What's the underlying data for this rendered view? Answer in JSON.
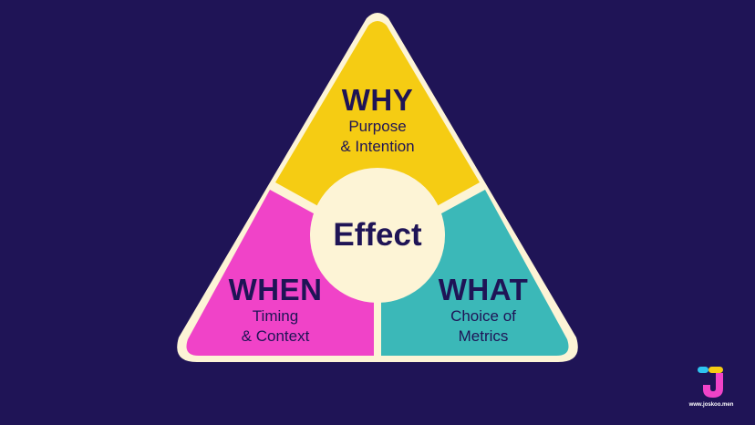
{
  "center": {
    "label": "Effect"
  },
  "sections": [
    {
      "id": "why",
      "title": "WHY",
      "lines": [
        "Purpose",
        "& Intention"
      ],
      "color": "#f5cc13"
    },
    {
      "id": "when",
      "title": "WHEN",
      "lines": [
        "Timing",
        "& Context"
      ],
      "color": "#f043c8"
    },
    {
      "id": "what",
      "title": "WHAT",
      "lines": [
        "Choice of",
        "Metrics"
      ],
      "color": "#3bb8b8"
    }
  ],
  "colors": {
    "background": "#1f1456",
    "outline": "#fdf4d6",
    "center_fill": "#fdf4d6",
    "text": "#1f1456"
  },
  "brand": {
    "url": "www.joskoo.men",
    "logo_icon": "j-logo-icon"
  }
}
